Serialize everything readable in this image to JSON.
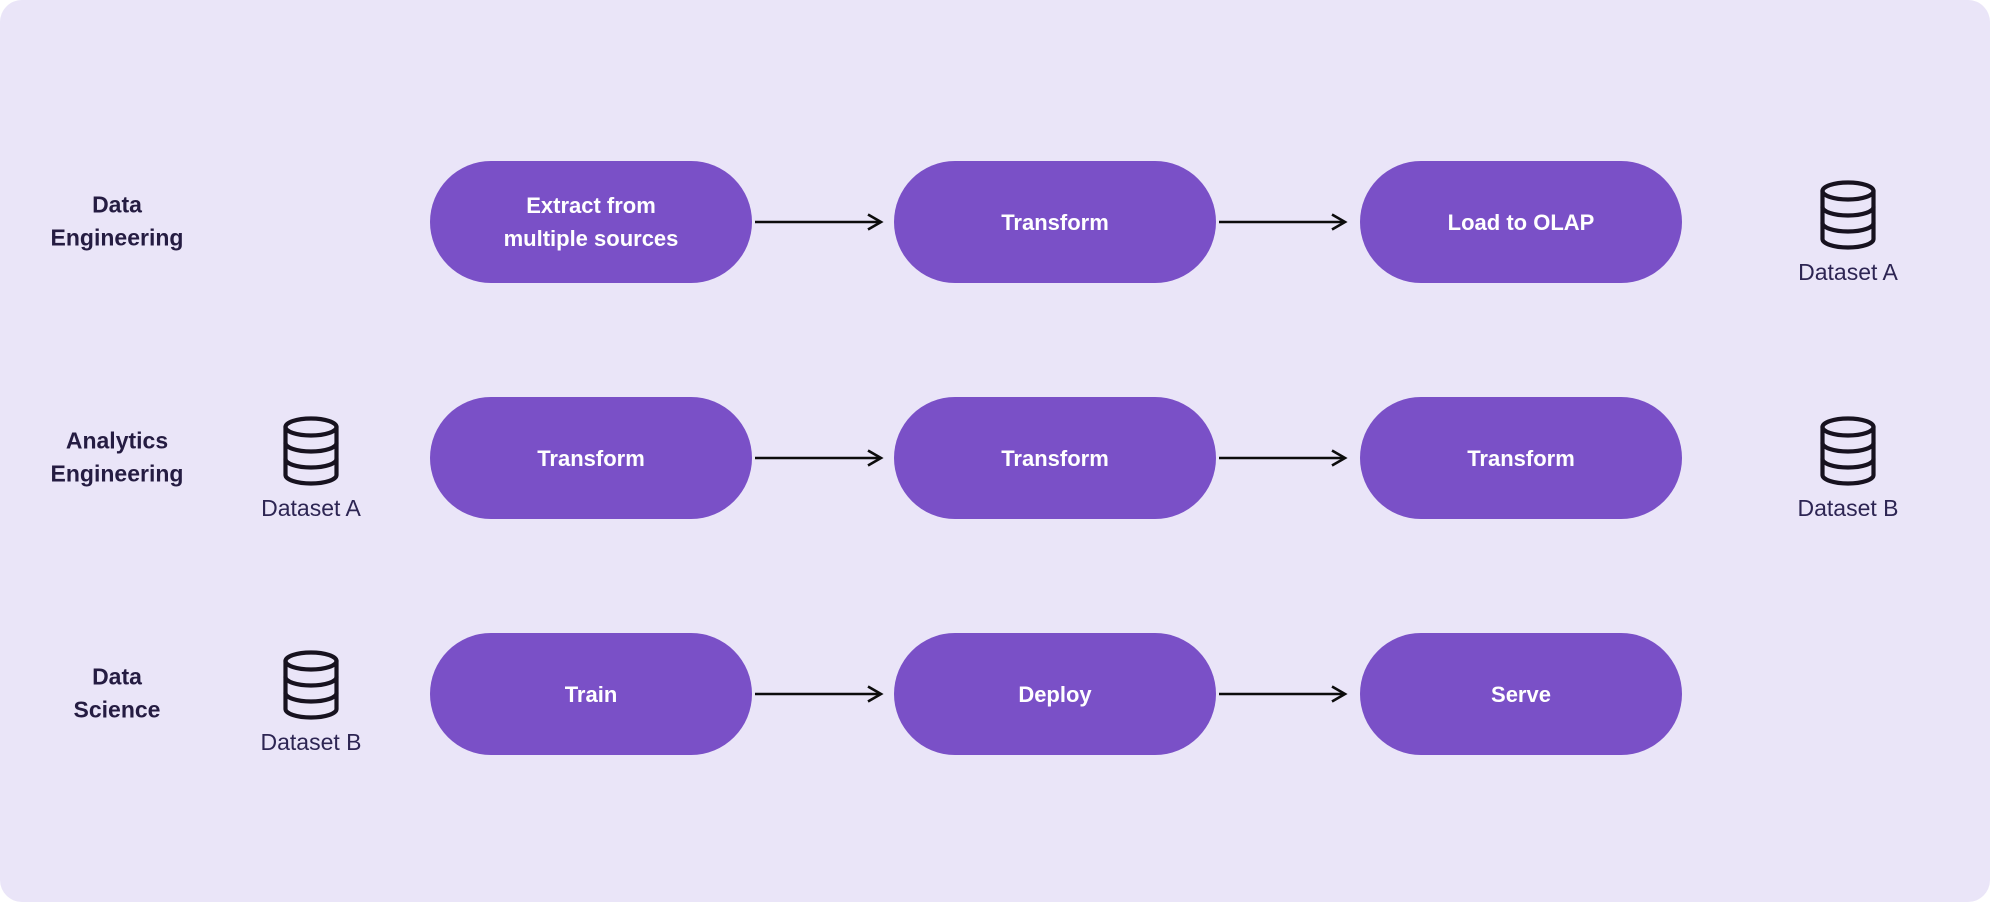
{
  "diagram": {
    "colors": {
      "canvas_background": "#EAE5F8",
      "node_fill": "#7A50C7",
      "node_text": "#FFFFFF",
      "row_label_text": "#251C42",
      "dataset_label_text": "#2D2553",
      "arrow": "#0C0C0C",
      "database_icon_stroke": "#17121F"
    },
    "rows": [
      {
        "label": "Data\nEngineering",
        "nodes": [
          "Extract from\nmultiple sources",
          "Transform",
          "Load to OLAP"
        ],
        "output_dataset": "Dataset A"
      },
      {
        "label": "Analytics\nEngineering",
        "input_dataset": "Dataset A",
        "nodes": [
          "Transform",
          "Transform",
          "Transform"
        ],
        "output_dataset": "Dataset B"
      },
      {
        "label": "Data\nScience",
        "input_dataset": "Dataset B",
        "nodes": [
          "Train",
          "Deploy",
          "Serve"
        ]
      }
    ],
    "icons": {
      "dataset_icon": "database-icon",
      "connector_icon": "arrow-right-icon"
    }
  }
}
